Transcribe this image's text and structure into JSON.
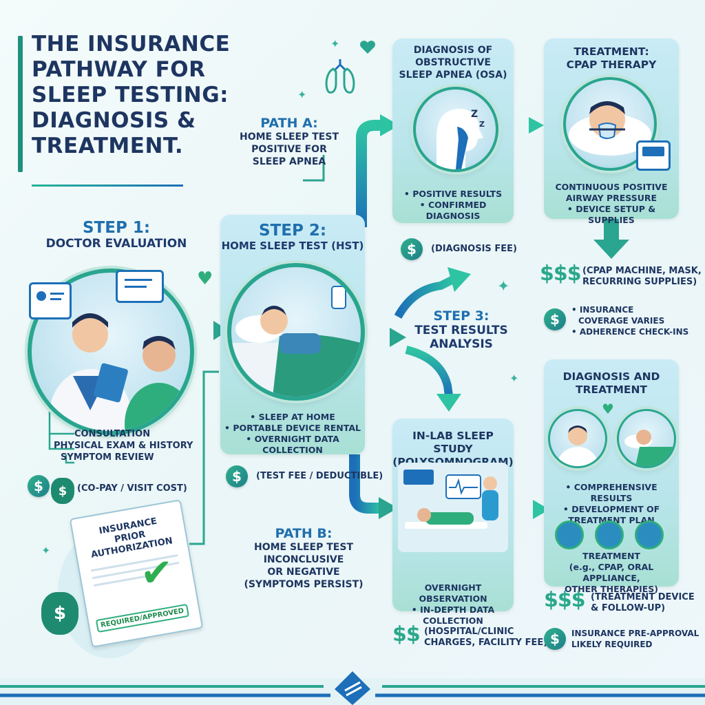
{
  "title": {
    "line1": "THE INSURANCE",
    "line2": "PATHWAY FOR",
    "line3": "SLEEP TESTING:",
    "line4": "DIAGNOSIS &",
    "line5": "TREATMENT."
  },
  "step1": {
    "num": "STEP 1:",
    "name": "DOCTOR EVALUATION",
    "items": [
      "CONSULTATION",
      "PHYSICAL EXAM & HISTORY",
      "SYMPTOM REVIEW"
    ],
    "cost": "(CO-PAY / VISIT COST)"
  },
  "auth": {
    "line1": "INSURANCE",
    "line2": "PRIOR",
    "line3": "AUTHORIZATION",
    "stamp": "REQUIRED/APPROVED"
  },
  "step2": {
    "num": "STEP 2:",
    "name": "HOME SLEEP TEST (HST)",
    "items": [
      "SLEEP AT HOME",
      "PORTABLE DEVICE RENTAL",
      "OVERNIGHT DATA COLLECTION"
    ],
    "cost": "(TEST FEE / DEDUCTIBLE)"
  },
  "step3": {
    "num": "STEP 3:",
    "line1": "TEST RESULTS",
    "line2": "ANALYSIS"
  },
  "pathA": {
    "head": "PATH A:",
    "line1": "HOME SLEEP TEST",
    "line2": "POSITIVE FOR",
    "line3": "SLEEP APNEA"
  },
  "pathB": {
    "head": "PATH B:",
    "line1": "HOME SLEEP TEST",
    "line2": "INCONCLUSIVE",
    "line3": "OR NEGATIVE",
    "line4": "(SYMPTOMS PERSIST)"
  },
  "osa": {
    "line1": "DIAGNOSIS OF",
    "line2": "OBSTRUCTIVE",
    "line3": "SLEEP APNEA (OSA)",
    "items": [
      "POSITIVE RESULTS",
      "CONFIRMED DIAGNOSIS"
    ],
    "cost": "(DIAGNOSIS FEE)"
  },
  "cpap": {
    "line1": "TREATMENT:",
    "line2": "CPAP THERAPY",
    "desc1": "CONTINUOUS POSITIVE",
    "desc2": "AIRWAY PRESSURE",
    "item": "DEVICE SETUP & SUPPLIES",
    "cost1": "(CPAP MACHINE, MASK,",
    "cost2": "RECURRING SUPPLIES)",
    "ins1": "INSURANCE",
    "ins2": "COVERAGE VARIES",
    "ins3": "ADHERENCE CHECK-INS"
  },
  "lab": {
    "line1": "IN-LAB SLEEP STUDY",
    "line2": "(POLYSOMNOGRAM)",
    "items": [
      "OVERNIGHT OBSERVATION",
      "IN-DEPTH DATA COLLECTION"
    ],
    "cost1": "(HOSPITAL/CLINIC",
    "cost2": "CHARGES, FACILITY FEE)"
  },
  "dt": {
    "line1": "DIAGNOSIS AND",
    "line2": "TREATMENT",
    "item1": "COMPREHENSIVE RESULTS",
    "item2a": "DEVELOPMENT OF",
    "item2b": "TREATMENT PLAN",
    "tlabel": "TREATMENT",
    "t1": "(e.g., CPAP, ORAL APPLIANCE,",
    "t2": "OTHER THERAPIES)",
    "cost1": "(TREATMENT DEVICE",
    "cost2": "& FOLLOW-UP)",
    "ins1": "INSURANCE PRE-APPROVAL",
    "ins2": "LIKELY REQUIRED"
  },
  "symbols": {
    "dollar": "$",
    "dollars2": "$$",
    "dollars3": "$$$",
    "bullet": "•"
  },
  "colors": {
    "teal": "#2aa58f",
    "blue": "#1f6fae",
    "navy": "#1d3560",
    "green": "#2fb08c"
  }
}
